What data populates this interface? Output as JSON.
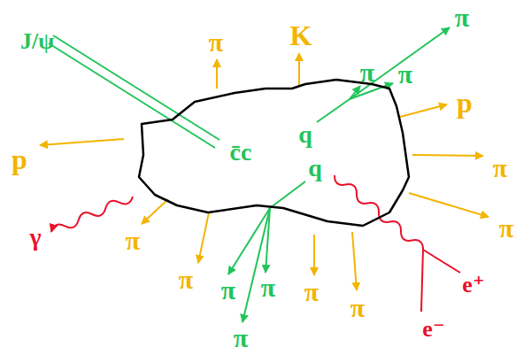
{
  "diagram": {
    "nodes": [
      {
        "text": [
          "q",
          "c̄c",
          "q"
        ]
      }
    ],
    "labels": [
      "J/ψ",
      "π",
      "K",
      "π",
      "π",
      "π",
      "p",
      "p",
      "π",
      "π",
      "γ",
      "π",
      "π",
      "π",
      "π",
      "π",
      "π",
      "π",
      "e⁺",
      "e⁻"
    ]
  }
}
